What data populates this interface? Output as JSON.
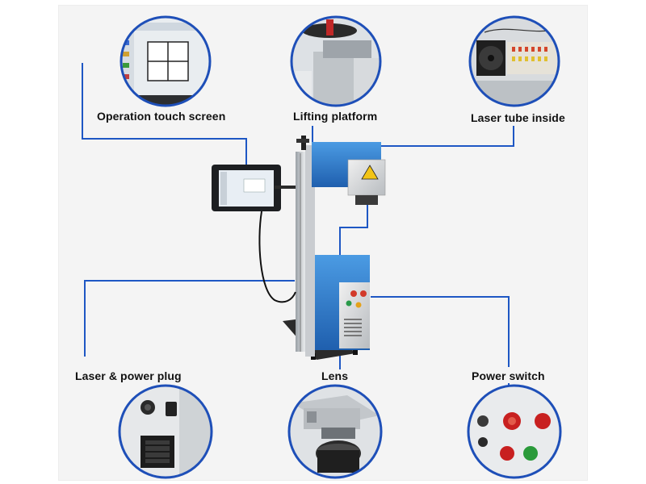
{
  "labels": {
    "touch_screen": "Operation touch screen",
    "lifting_platform": "Lifting platform",
    "laser_tube": "Laser tube inside",
    "power_plug": "Laser & power plug",
    "lens": "Lens",
    "power_switch": "Power switch"
  },
  "colors": {
    "connector": "#1e57c4",
    "circle_border": "#1e4fb8",
    "machine_blue": "#2f7fd0",
    "panel_bg": "#f4f4f4"
  }
}
